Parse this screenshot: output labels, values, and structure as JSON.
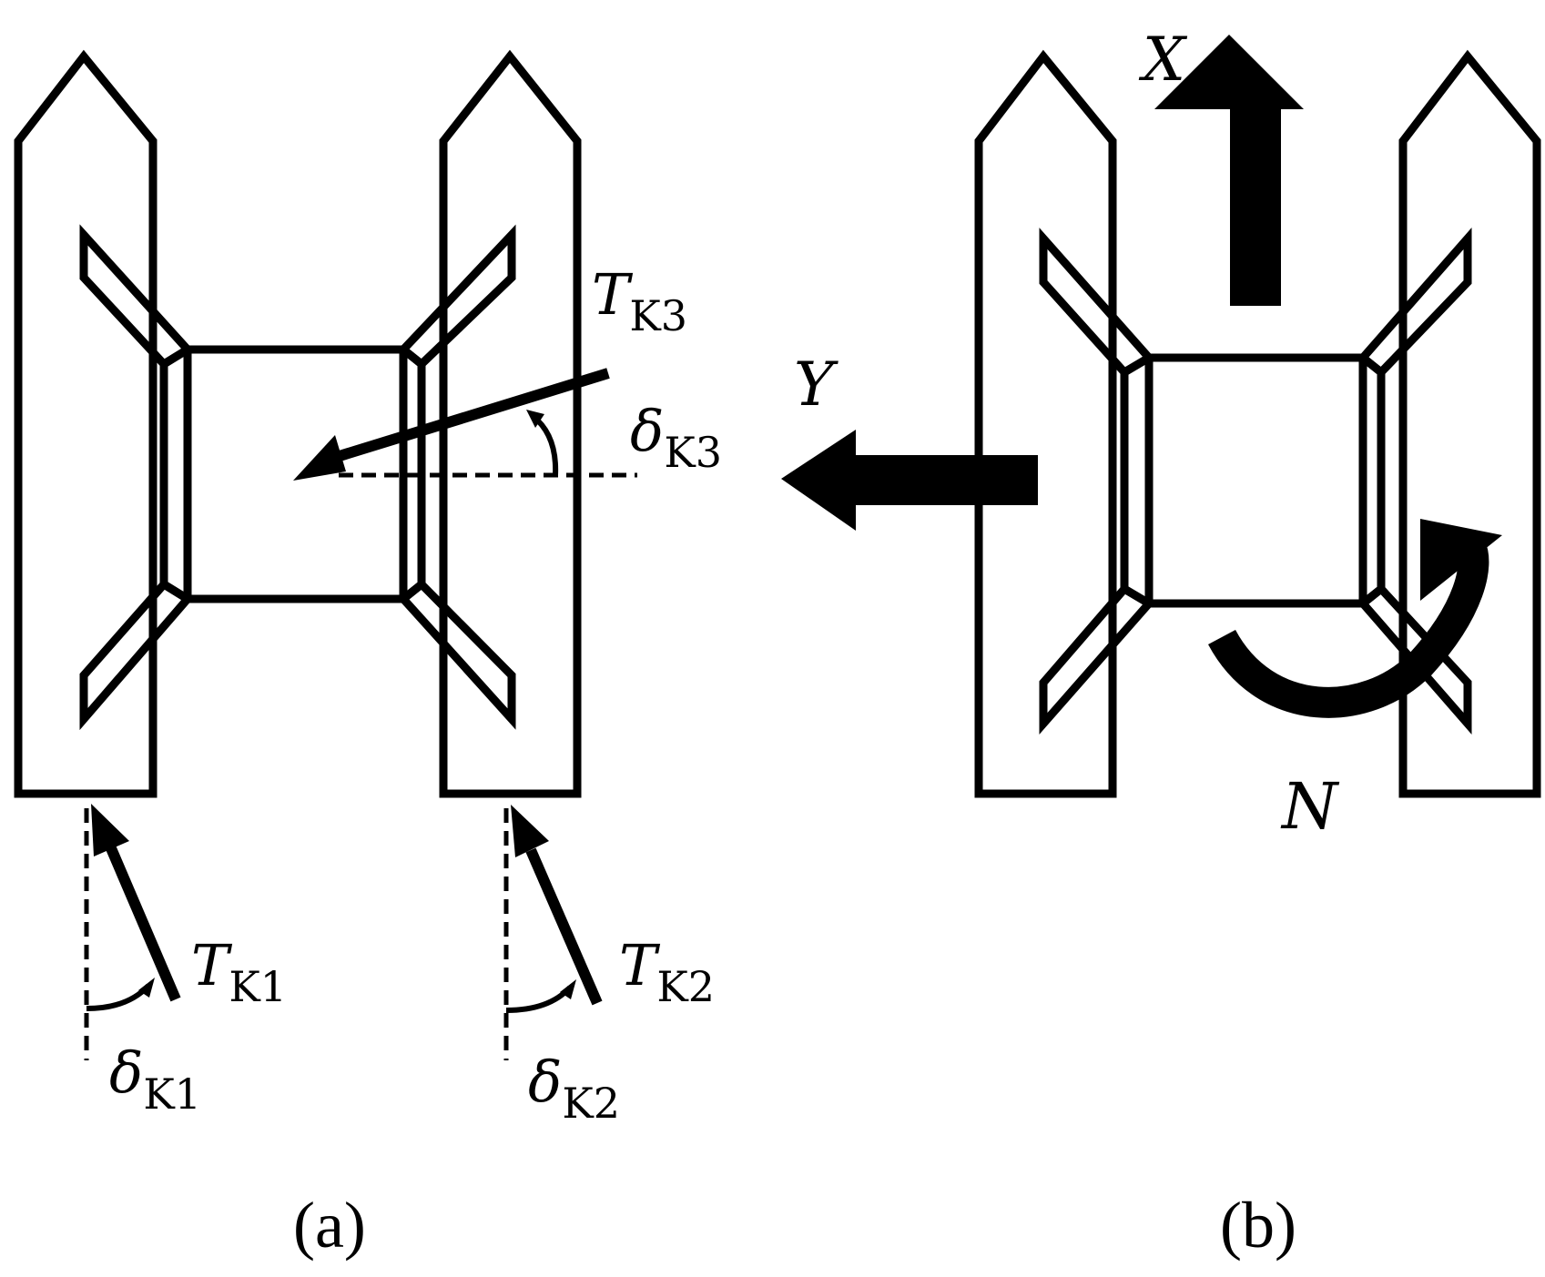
{
  "diagram": {
    "panel_a": {
      "caption": "(a)",
      "thrusters": [
        {
          "force": "T",
          "force_sub": "K1",
          "angle": "δ",
          "angle_sub": "K1"
        },
        {
          "force": "T",
          "force_sub": "K2",
          "angle": "δ",
          "angle_sub": "K2"
        },
        {
          "force": "T",
          "force_sub": "K3",
          "angle": "δ",
          "angle_sub": "K3"
        }
      ]
    },
    "panel_b": {
      "caption": "(b)",
      "axis_x": "X",
      "axis_y": "Y",
      "moment": "N"
    }
  }
}
